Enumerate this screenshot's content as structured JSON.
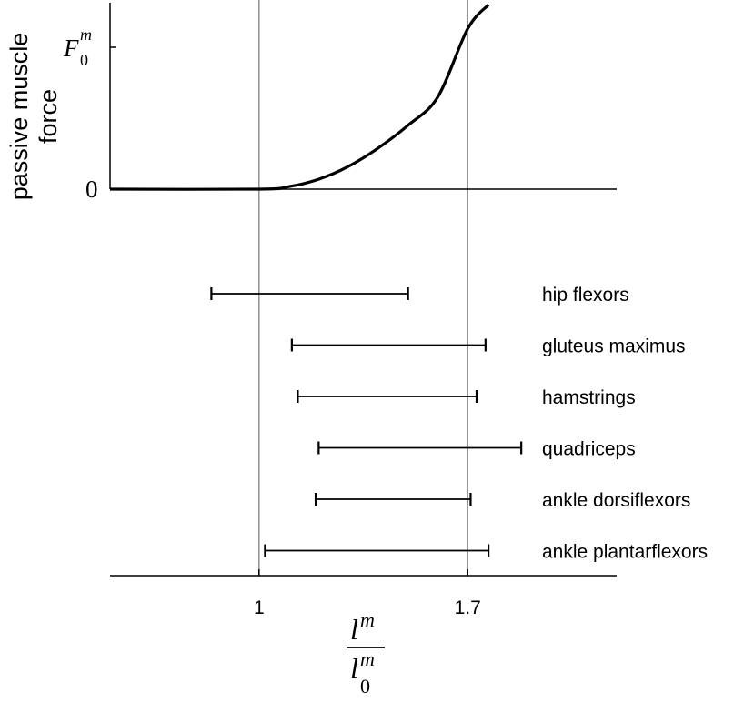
{
  "chart_data": {
    "type": "line",
    "ylabel_line1": "passive muscle",
    "ylabel_line2": "force",
    "xlabel": {
      "numerator": "l",
      "numerator_sup": "m",
      "denominator": "l",
      "denominator_sub": "0",
      "denominator_sup": "m"
    },
    "y_ticks": {
      "zero": "0",
      "fmax_base": "F",
      "fmax_sub": "0",
      "fmax_sup": "m"
    },
    "x_ticks": [
      {
        "value": 1.0,
        "label": "1"
      },
      {
        "value": 1.7,
        "label": "1.7"
      }
    ],
    "xlim": [
      0.5,
      2.2
    ],
    "ylim_force": [
      0,
      1.3
    ],
    "reference_lines_x": [
      1.0,
      1.7
    ],
    "force_curve": {
      "x": [
        0.5,
        1.0,
        1.1,
        1.2,
        1.3,
        1.4,
        1.5,
        1.6,
        1.7,
        1.77
      ],
      "y": [
        0.0,
        0.0,
        0.018,
        0.07,
        0.16,
        0.29,
        0.45,
        0.65,
        1.13,
        1.3
      ]
    },
    "ranges": [
      {
        "name": "hip flexors",
        "min": 0.84,
        "max": 1.5
      },
      {
        "name": "gluteus maximus",
        "min": 1.11,
        "max": 1.76
      },
      {
        "name": "hamstrings",
        "min": 1.13,
        "max": 1.73
      },
      {
        "name": "quadriceps",
        "min": 1.2,
        "max": 1.88
      },
      {
        "name": "ankle dorsiflexors",
        "min": 1.19,
        "max": 1.71
      },
      {
        "name": "ankle plantarflexors",
        "min": 1.02,
        "max": 1.77
      }
    ]
  }
}
